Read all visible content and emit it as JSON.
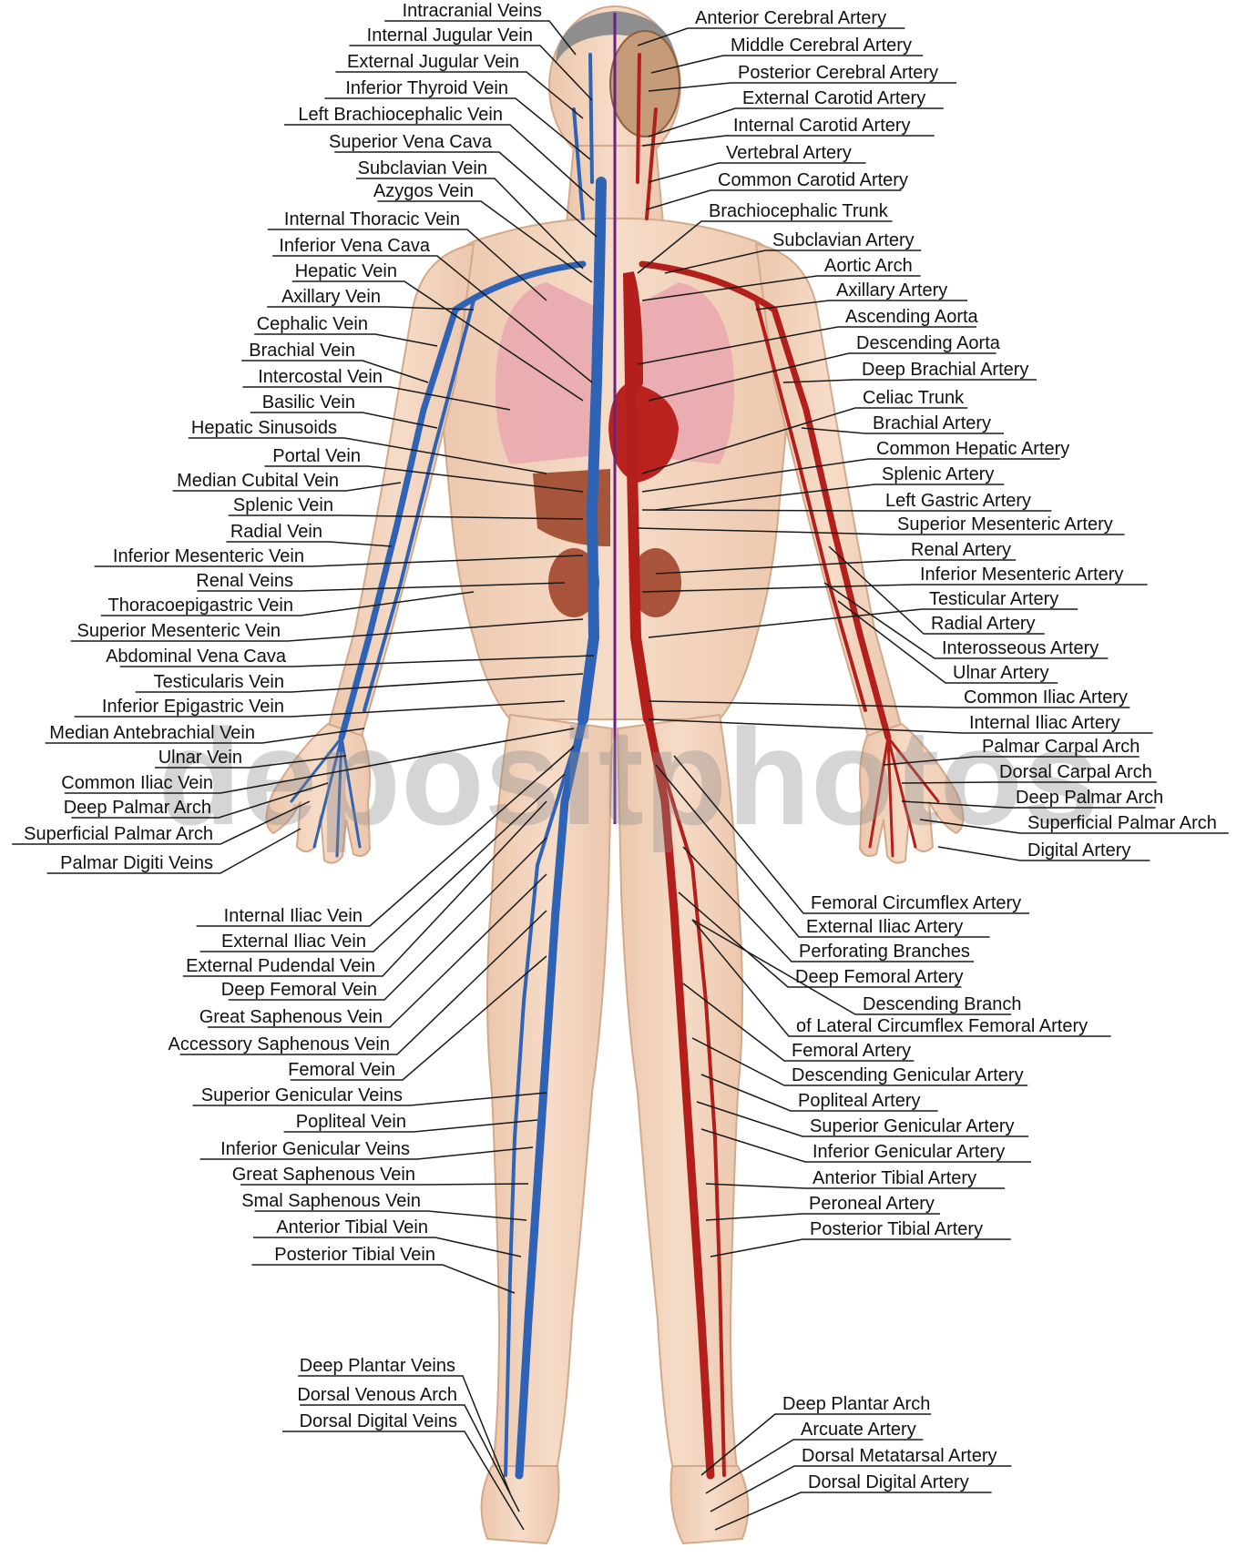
{
  "colors": {
    "vein": "#2f63b5",
    "artery": "#b3201b",
    "skin": "#f2d4bc",
    "skin_edge": "#d6ab8c",
    "divider": "#6b1f8a",
    "lung": "#e8a4a8",
    "organ": "#a9533a",
    "leader": "#1a1a1a"
  },
  "diagram": {
    "left_labels": [
      "Intracranial Veins",
      "Internal Jugular Vein",
      "External Jugular Vein",
      "Inferior Thyroid Vein",
      "Left Brachiocephalic Vein",
      "Superior Vena Cava",
      "Subclavian Vein",
      "Azygos Vein",
      "Internal Thoracic Vein",
      "Inferior Vena Cava",
      "Hepatic Vein",
      "Axillary Vein",
      "Cephalic Vein",
      "Brachial Vein",
      "Intercostal Vein",
      "Basilic Vein",
      "Hepatic Sinusoids",
      "Portal Vein",
      "Median Cubital Vein",
      "Splenic Vein",
      "Radial Vein",
      "Inferior Mesenteric Vein",
      "Renal Veins",
      "Thoracoepigastric Vein",
      "Superior Mesenteric Vein",
      "Abdominal Vena Cava",
      "Testicularis Vein",
      "Inferior Epigastric Vein",
      "Median Antebrachial Vein",
      "Ulnar Vein",
      "Common Iliac Vein",
      "Deep Palmar Arch",
      "Superficial Palmar Arch",
      "Palmar Digiti Veins",
      "Internal Iliac Vein",
      "External Iliac Vein",
      "External Pudendal Vein",
      "Deep Femoral Vein",
      "Great Saphenous Vein",
      "Accessory Saphenous Vein",
      "Femoral Vein",
      "Superior Genicular Veins",
      "Popliteal Vein",
      "Inferior Genicular Veins",
      "Great Saphenous Vein",
      "Smal Saphenous Vein",
      "Anterior Tibial Vein",
      "Posterior Tibial Vein",
      "Deep Plantar Veins",
      "Dorsal Venous Arch",
      "Dorsal Digital Veins"
    ],
    "right_labels": [
      "Anterior Cerebral Artery",
      "Middle Cerebral Artery",
      "Posterior Cerebral Artery",
      "External Carotid Artery",
      "Internal Carotid Artery",
      "Vertebral Artery",
      "Common Carotid Artery",
      "Brachiocephalic Trunk",
      "Subclavian Artery",
      "Aortic Arch",
      "Axillary Artery",
      "Ascending Aorta",
      "Descending Aorta",
      "Deep Brachial Artery",
      "Celiac Trunk",
      "Brachial Artery",
      "Common Hepatic Artery",
      "Splenic Artery",
      "Left Gastric Artery",
      "Superior Mesenteric Artery",
      "Renal Artery",
      "Inferior Mesenteric Artery",
      "Testicular Artery",
      "Radial Artery",
      "Interosseous Artery",
      "Ulnar Artery",
      "Common Iliac Artery",
      "Internal Iliac Artery",
      "Palmar Carpal Arch",
      "Dorsal Carpal Arch",
      "Deep Palmar Arch",
      "Superficial Palmar Arch",
      "Digital Artery",
      "Femoral Circumflex Artery",
      "External Iliac Artery",
      "Perforating Branches",
      "Deep Femoral Artery",
      "Descending Branch",
      "of Lateral Circumflex Femoral Artery",
      "Femoral Artery",
      "Descending Genicular Artery",
      "Popliteal Artery",
      "Superior Genicular Artery",
      "Inferior Genicular Artery",
      "Anterior Tibial Artery",
      "Peroneal Artery",
      "Posterior Tibial Artery",
      "Deep Plantar Arch",
      "Arcuate Artery",
      "Dorsal Metatarsal Artery",
      "Dorsal Digital Artery"
    ]
  },
  "watermark": {
    "text": "depositphotos"
  }
}
